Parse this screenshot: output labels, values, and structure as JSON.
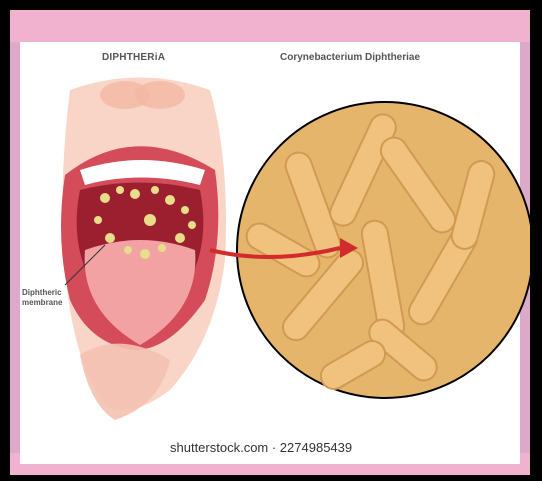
{
  "title_left": "DIPHTHERiA",
  "title_right": "Corynebacterium Diphtheriae",
  "callout_line1": "Diphtheric",
  "callout_line2": "membrane",
  "watermark": "shutterstock.com · 2274985439",
  "colors": {
    "border": "#000000",
    "pink": "#f0b2cf",
    "circle_fill": "#e6b56c",
    "bacteria": "#f1c27d",
    "arrow": "#d22b2b",
    "skin": "#f7c7b5",
    "mouth": "#d44b5a"
  }
}
